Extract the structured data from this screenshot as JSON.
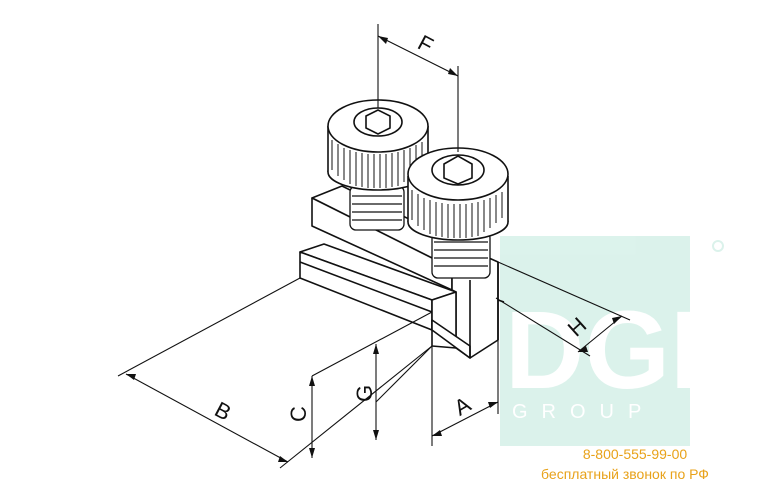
{
  "dimensions": {
    "F": "F",
    "H": "H",
    "B": "B",
    "C": "C",
    "G": "G",
    "A": "A"
  },
  "watermark": {
    "brand": "DGM",
    "sub": "GROUP",
    "color": "#4fc2a0"
  },
  "contact": {
    "phone": "8-800-555-99-00",
    "free_call": "бесплатный звонок по РФ",
    "color": "#e8a21a"
  }
}
